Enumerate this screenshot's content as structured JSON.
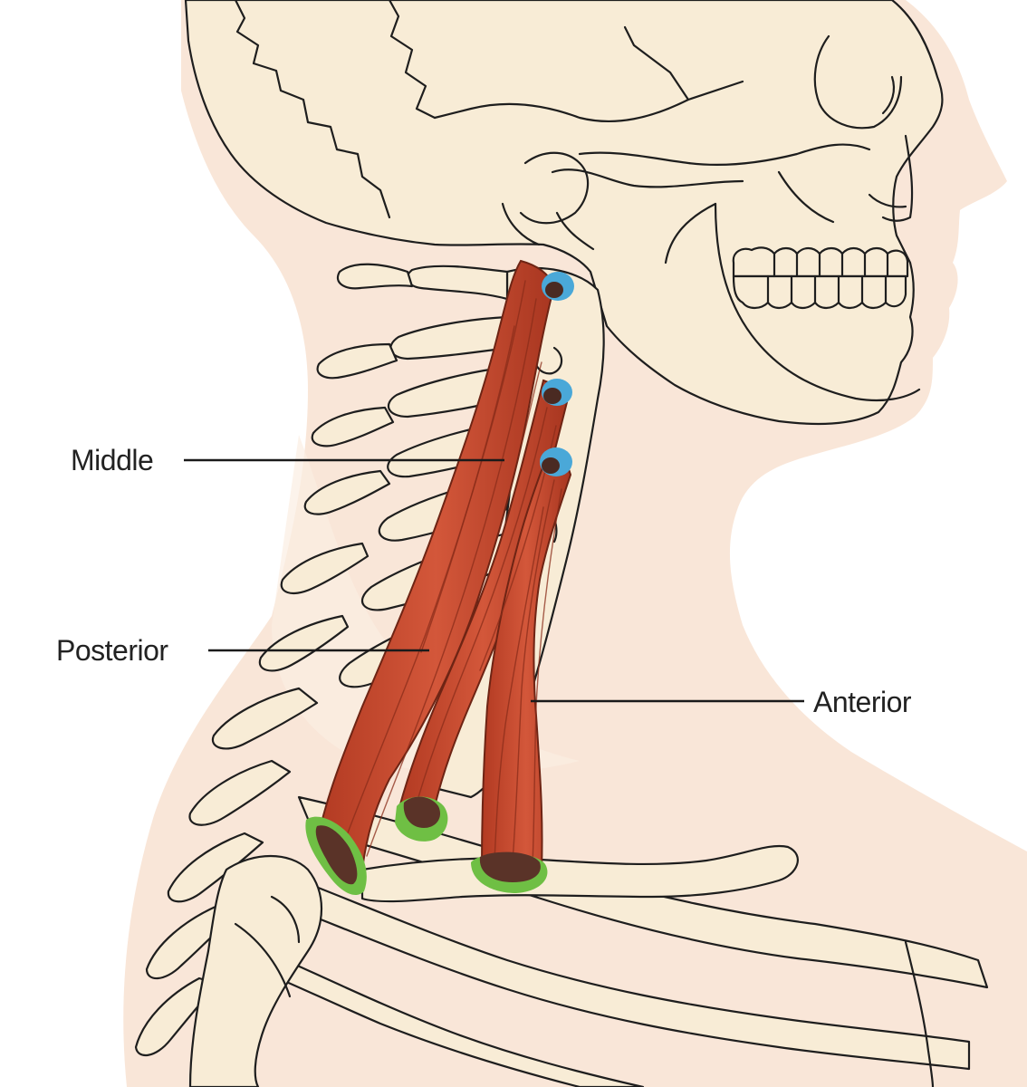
{
  "labels": {
    "middle": "Middle",
    "posterior": "Posterior",
    "anterior": "Anterior"
  },
  "colors": {
    "skin": "#f9e6d8",
    "bone": "#f8ecd6",
    "outline": "#1e1e1e",
    "muscle": "#c8452c",
    "muscle_dark": "#8a2c1a",
    "origin_marker": "#4aa8d8",
    "insertion_marker": "#6fbf44",
    "tendon": "#5a3328"
  }
}
